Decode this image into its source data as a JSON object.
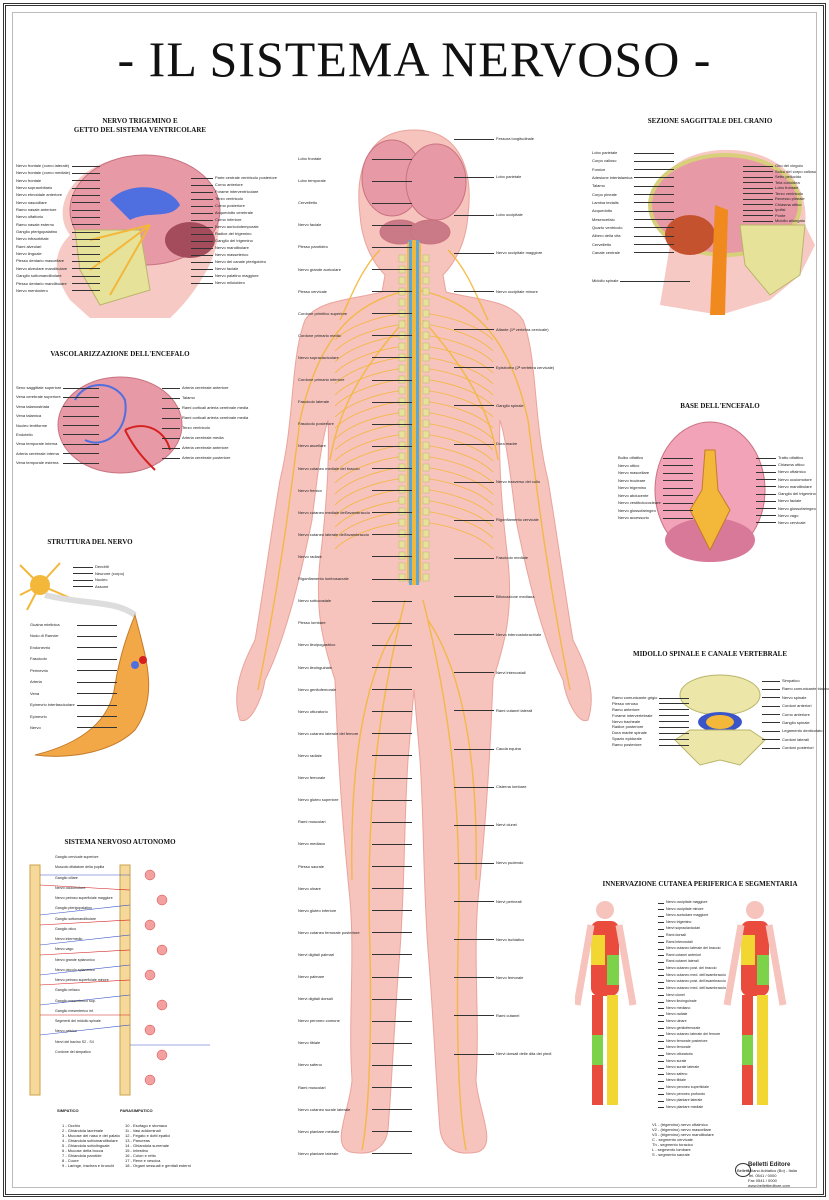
{
  "title": "- IL SISTEMA NERVOSO -",
  "sections": {
    "trigemino": {
      "title": "NERVO TRIGEMINO E\nGETTO DEL SISTEMA VENTRICOLARE",
      "left": [
        "Nervo frontale (corno laterale)",
        "Nervo frontale (corno mediale)",
        "Nervo frontale",
        "Nervo sopraorbitario",
        "Nervo etmoidale anteriore",
        "Nervo nasociliare",
        "Ramo nasale anteriore",
        "Nervo olfattorio",
        "Ramo nasale esterno",
        "Ganglio pterigopalatino",
        "Nervo infraorbitale",
        "Rami alveolari",
        "Nervo linguale",
        "Plesso dentario mascellare",
        "Nervo alveolare mandibolare",
        "Ganglio sottomandibolare",
        "Plesso dentario mandibolare",
        "Nervo mentoniero"
      ],
      "right": [
        "Parte centrale ventricolo posteriore",
        "Corno anteriore",
        "Forame interventricolare",
        "Terzo ventricolo",
        "Corno posteriore",
        "Acquedotto cerebrale",
        "Corno inferiore",
        "Nervo auricolotemporale",
        "Radice del trigemino",
        "Ganglio del trigemino",
        "Nervo mandibolare",
        "Nervo masseterico",
        "Nervo del canale pterigoideo",
        "Nervo faciale",
        "Nervo palatino maggiore",
        "Nervo miloioideo"
      ]
    },
    "sagittale": {
      "title": "SEZIONE SAGGITTALE DEL CRANIO",
      "left": [
        "Lobo parietale",
        "Corpo calloso",
        "Fornice",
        "Adesione intertalamica",
        "Talamo",
        "Corpo pineale",
        "Lamina tectalis",
        "Acquedotto",
        "Mesencefalo",
        "Quarto ventricolo",
        "Albero della vita",
        "Cervelletto",
        "Canale centrale",
        "Midollo spinale"
      ],
      "right": [
        "Giro del cingolo",
        "Solco del corpo calloso",
        "Setto pellucido",
        "Tela corioidea",
        "Lobo frontale",
        "Terzo ventricolo",
        "Recesso pineale",
        "Chiasma ottico",
        "Ipofisi",
        "Ponte",
        "Midollo allungato"
      ]
    },
    "vascolarizzazione": {
      "title": "VASCOLARIZZAZIONE DELL'ENCEFALO",
      "left": [
        "Seno saggittale superiore",
        "Vena cerebrale superiore",
        "Vena talamostriata",
        "Vena talamica",
        "Nucleo lentiforme",
        "Endotelio",
        "Vena temporale interna",
        "Arteria cerebrale interna",
        "Vena temporale esterna"
      ],
      "right": [
        "Arteria cerebrale anteriore",
        "Talamo",
        "Rami corticali arteria cerebrale media",
        "Rami corticali arteria cerebrale media",
        "Terzo ventricolo",
        "Arteria cerebrale media",
        "Arteria cerebrale anteriore",
        "Arteria cerebrale posteriore"
      ]
    },
    "struttura": {
      "title": "STRUTTURA DEL NERVO",
      "right_top": [
        "Dendriti",
        "Neurone (corpo)",
        "Nucleo",
        "Assone"
      ],
      "left": [
        "Guaina mielinica",
        "Nodo di Ranvier",
        "Endonevrio",
        "Fascicolo",
        "Perinevrio",
        "Arteria",
        "Vena",
        "Epinevrio interfascicolare",
        "Epinevrio",
        "Nervo"
      ]
    },
    "autonomo": {
      "title": "SISTEMA NERVOSO AUTONOMO",
      "labels": [
        "Ganglio cervicale superiore",
        "Muscolo dilatatore della pupilla",
        "Ganglio ciliare",
        "Nervo oculomotore",
        "Nervo petroso superficiale maggiore",
        "Ganglio pterigopalatino",
        "Ganglio sottomandibolare",
        "Ganglio otico",
        "Nervo intermedio",
        "Nervo vago",
        "Nervo grande splancnico",
        "Nervo piccolo splancnico",
        "Nervo petroso superficiale minore",
        "Ganglio celiaco",
        "Ganglio mesenterico sup.",
        "Ganglio mesenterico inf.",
        "Segmenti del midollo spinale",
        "Nervo pelvico",
        "Nervi del bacino S2 - S4",
        "Cordone del simpatico"
      ],
      "col_heads": [
        "SIMPATICO",
        "PARASIMPATICO"
      ],
      "legend_a": "1 - Occhio\n2 - Ghiandola lacrimale\n3 - Mucose del naso e del palato\n4 - Ghiandola sottomandibolare\n5 - Ghiandola sottolinguale\n6 - Mucose della bocca\n7 - Ghiandola parotide\n8 - Cuore\n9 - Laringe, trachea e bronchi",
      "legend_b": "10 - Esofago e stomaco\n11 - Vasi addominali\n12 - Fegato e dotti epatici\n13 - Pancreas\n14 - Ghiandola surrenale\n15 - Intestino\n16 - Colon e retto\n17 - Rene e vescica\n18 - Organi sessuali e genitali esterni"
    },
    "base": {
      "title": "BASE DELL'ENCEFALO",
      "left": [
        "Bulbo olfattivo",
        "Nervo ottico",
        "Nervo mascellare",
        "Nervo trocleare",
        "Nervo trigemino",
        "Nervo abducente",
        "Nervo vestibolococleare",
        "Nervo glossofaringeo",
        "Nervo accessorio"
      ],
      "right": [
        "Tratto olfattivo",
        "Chiasma ottico",
        "Nervo oftalmico",
        "Nervo oculomotore",
        "Nervo mandibolare",
        "Ganglio del trigemino",
        "Nervo faciale",
        "Nervo glossofaringeo",
        "Nervo vago",
        "Nervo cervicale"
      ]
    },
    "midollo": {
      "title": "MIDOLLO SPINALE E CANALE VERTEBRALE",
      "left": [
        "Ramo comunicante grigio",
        "Plesso venoso",
        "Ramo anteriore",
        "Forame intervertebrale",
        "Nervo tracheale",
        "Radice posteriore",
        "Dura madre spinale",
        "Spazio epidurale",
        "Ramo posteriore"
      ],
      "right": [
        "Simpatico",
        "Ramo comunicante bianco",
        "Nervo spinale",
        "Cordoni anteriori",
        "Corno anteriore",
        "Ganglio spinale",
        "Legamento denticolato",
        "Cordoni laterali",
        "Cordoni posteriori"
      ]
    },
    "cutanea": {
      "title": "INNERVAZIONE CUTANEA PERIFERICA E SEGMENTARIA",
      "labels": [
        "Nervo occipitale maggiore",
        "Nervo occipitale minore",
        "Nervo auricolare maggiore",
        "Nervo trigemino",
        "Nervi sopraclavicolari",
        "Rami dorsali",
        "Rami intercostali",
        "Nervo cutaneo laterale del braccio",
        "Rami cutanei anteriori",
        "Rami cutanei laterali",
        "Nervo cutaneo post. del braccio",
        "Nervo cutaneo med. dell'avambraccio",
        "Nervo cutaneo post. dell'avambraccio",
        "Nervo cutaneo med. dell'avambraccio",
        "Nervi clunei",
        "Nervo ileoinguinale",
        "Nervo mediano",
        "Nervo radiale",
        "Nervo ulnare",
        "Nervo genitofemorale",
        "Nervo cutaneo laterale del femore",
        "Nervo femorale posteriore",
        "Nervo femorale",
        "Nervo otturatorio",
        "Nervo surale",
        "Nervo surale laterale",
        "Nervo safeno",
        "Nervo tibiale",
        "Nervo peroneo superficiale",
        "Nervo peroneo profondo",
        "Nervo plantare laterale",
        "Nervo plantare mediale"
      ],
      "legend": "V1 - (trigemino) nervo oftalmico\nV2 - (trigemino) nervo mascellare\nV3 - (trigemino) nervo mandibolare\nC - segmento cervicale\nTh - segmento toracico\nL - segmento lombare\nS - segmento sacrale"
    }
  },
  "center": {
    "left": [
      "Lobo frontale",
      "Lobo temporale",
      "Cervelletto",
      "Nervo faciale",
      "Plesso parotideo",
      "Nervo grande auricolare",
      "Plesso cervicale",
      "Cordone primitivo superiore",
      "Cordone primario medio",
      "Nervo sopraclavicolare",
      "Cordone primario inferiore",
      "Fascicolo laterale",
      "Fascicolo posteriore",
      "Nervo ascellare",
      "Nervo cutaneo mediale del braccio",
      "Nervo frenico",
      "Nervo cutaneo mediale dell'avambraccio",
      "Nervo cutaneo laterale dell'avambraccio",
      "Nervo radiale",
      "Rigonfiamento lombosacrale",
      "Nervo sottocostale",
      "Plesso lombare",
      "Nervo ileoipogastrico",
      "Nervo ileoinguinale",
      "Nervo genitofemorale",
      "Nervo otturatorio",
      "Nervo cutaneo laterale del femore",
      "Nervo radiale",
      "Nervo femorale",
      "Nervo gluteo superiore",
      "Rami muscolari",
      "Nervo mediano",
      "Plesso sacrale",
      "Nervo ulnare",
      "Nervo gluteo inferiore",
      "Nervo cutaneo femorale posteriore",
      "Nervi digitali palmari",
      "Nervo palmare",
      "Nervi digitali dorsali",
      "Nervo peroneo comune",
      "Nervo tibiale",
      "Nervo safeno",
      "Rami muscolari",
      "Nervo cutaneo surale laterale",
      "Nervo plantare mediale",
      "Nervo plantare laterale"
    ],
    "right": [
      "Fessura longitudinale",
      "Lobo parietale",
      "Lobo occipitale",
      "Nervo occipitale maggiore",
      "Nervo occipitale minore",
      "Atlante (1ª vertebra cervicale)",
      "Epistrofeo (2ª vertebra cervicale)",
      "Ganglio spinale",
      "Dura madre",
      "Nervo trasverso del collo",
      "Rigonfiamento cervicale",
      "Fascicolo mediale",
      "Biforcazione mediana",
      "Nervo intercostobrachiale",
      "Nervi intercostali",
      "Rami cutanei laterali",
      "Cauda equina",
      "Cisterna lombare",
      "Nervi clunei",
      "Nervo pudendo",
      "Nervi perineali",
      "Nervo ischiatico",
      "Nervo femorale",
      "Rami cutanei",
      "Nervi dorsali delle dita dei piedi"
    ]
  },
  "publisher": {
    "name": "Belletti Editore",
    "logo": "Belletti",
    "lines": [
      "Milano Adriatico (Bo) - Italia",
      "Tel. 0541 / 0000",
      "Fax 0541 / 0000",
      "www.bellettieditore.com"
    ]
  },
  "colors": {
    "skin": "#f6c3bd",
    "nerve": "#f3b73a",
    "csf": "#5aa7e0",
    "brain": "#e79aa6",
    "bone": "#e6e29a"
  }
}
